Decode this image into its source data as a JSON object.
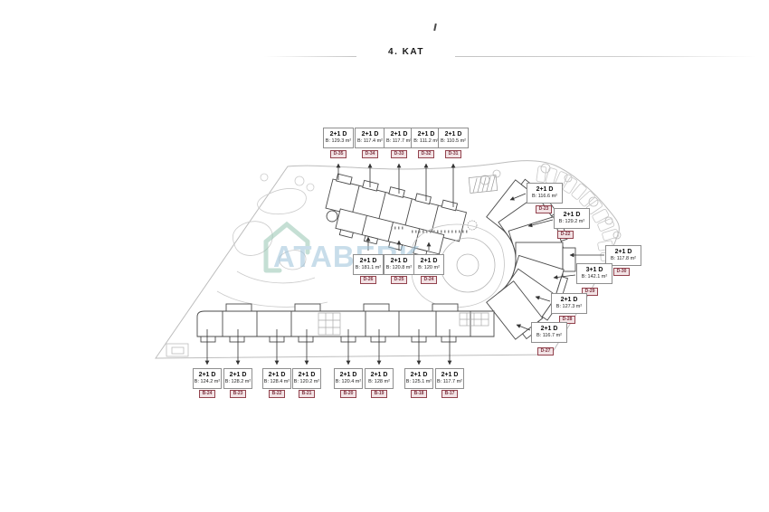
{
  "page": {
    "title": "4. KAT"
  },
  "watermark": {
    "text": "ATABERK"
  },
  "colors": {
    "building_line": "#4a4a4a",
    "site_line": "#bdbdbd",
    "landscape_line": "#cccccc",
    "label_border": "#8f8f8f",
    "code_border": "#93434e",
    "code_bg": "#f2e3e5",
    "code_text": "#7e3340",
    "watermark_text": "#9cc3da",
    "watermark_icon": "#96c6b2"
  },
  "units": {
    "top_row": [
      {
        "type": "2+1 D",
        "area": "B: 129.3 m²",
        "code": "D-35"
      },
      {
        "type": "2+1 D",
        "area": "B: 117.4 m²",
        "code": "D-34"
      },
      {
        "type": "2+1 D",
        "area": "B: 117.7 m²",
        "code": "D-33"
      },
      {
        "type": "2+1 D",
        "area": "B: 111.2 m²",
        "code": "D-32"
      },
      {
        "type": "2+1 D",
        "area": "B: 110.5 m²",
        "code": "D-31"
      }
    ],
    "middle_row": [
      {
        "type": "2+1 D",
        "area": "B: 181.1 m²",
        "code": "D-26"
      },
      {
        "type": "2+1 D",
        "area": "B: 120.8 m²",
        "code": "D-25"
      },
      {
        "type": "2+1 D",
        "area": "B: 120 m²",
        "code": "D-24"
      }
    ],
    "right_cluster": [
      {
        "type": "2+1 D",
        "area": "B: 116.6 m²",
        "code": "D-23"
      },
      {
        "type": "2+1 D",
        "area": "B: 129.2 m²",
        "code": "D-22"
      },
      {
        "type": "2+1 D",
        "area": "B: 117.8 m²",
        "code": "D-30"
      },
      {
        "type": "3+1 D",
        "area": "B: 142.1 m²",
        "code": "D-29"
      },
      {
        "type": "2+1 D",
        "area": "B: 127.3 m²",
        "code": "D-28"
      },
      {
        "type": "2+1 D",
        "area": "B: 116.7 m²",
        "code": "D-27"
      }
    ],
    "bottom_row": [
      {
        "type": "2+1 D",
        "area": "B: 124.2 m²",
        "code": "B-24"
      },
      {
        "type": "2+1 D",
        "area": "B: 128.2 m²",
        "code": "B-23"
      },
      {
        "type": "2+1 D",
        "area": "B: 128.4 m²",
        "code": "B-22"
      },
      {
        "type": "2+1 D",
        "area": "B: 120.2 m²",
        "code": "B-21"
      },
      {
        "type": "2+1 D",
        "area": "B: 120.4 m²",
        "code": "B-20"
      },
      {
        "type": "2+1 D",
        "area": "B: 128 m²",
        "code": "B-19"
      },
      {
        "type": "2+1 D",
        "area": "B: 125.1 m²",
        "code": "B-18"
      },
      {
        "type": "2+1 D",
        "area": "B: 117.7 m²",
        "code": "B-17"
      }
    ]
  }
}
